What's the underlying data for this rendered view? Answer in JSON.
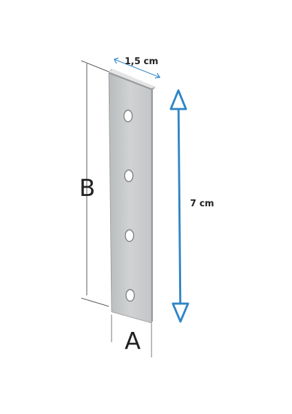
{
  "diagram": {
    "width_label": "1,5 cm",
    "height_label": "7 cm",
    "dimension_a": "A",
    "dimension_b": "B",
    "hole_count": 4,
    "colors": {
      "plate_face": "#c9cbcc",
      "plate_edge": "#9ea1a3",
      "arrow_blue": "#2f86c8",
      "dimension_line": "#555555",
      "text": "#222222"
    },
    "icons": {
      "height_arrow": "double-headed-vertical-arrow",
      "width_arrow": "double-headed-diagonal-arrow"
    }
  }
}
